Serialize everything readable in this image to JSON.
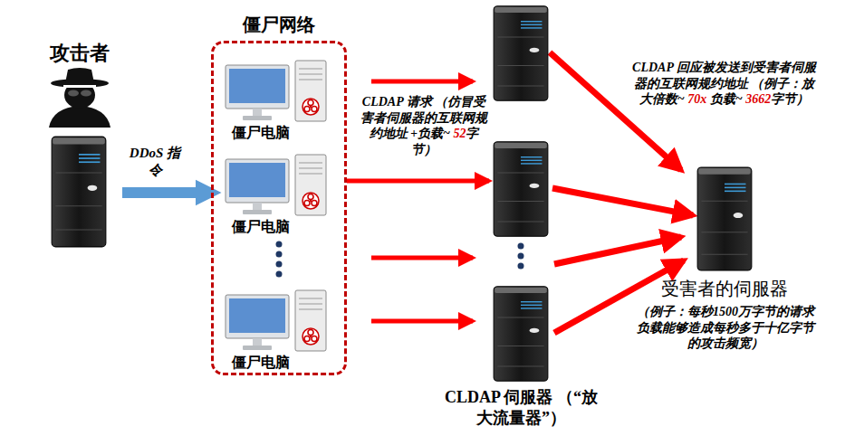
{
  "diagram": {
    "nodes": [
      {
        "text": [
          "攻击者"
        ]
      },
      {
        "text": [
          "僵尸网络"
        ]
      },
      {
        "text": [
          "僵尸电脑"
        ],
        "in": 1
      },
      {
        "text": [
          "僵尸电脑"
        ],
        "in": 1
      },
      {
        "text": [
          "僵尸电脑"
        ],
        "in": 1
      },
      {
        "text": [
          "CLDAP 伺服器 （“放大流量器”）"
        ]
      },
      {
        "text": [
          "受害者的伺服器",
          "（例子：每秒1500万字节的请求负载能够造成每秒多于十亿字节的攻击频宽）"
        ]
      }
    ],
    "edges": [
      {
        "from": 0,
        "to": 1,
        "arrow": "to",
        "label": "DDoS 指令"
      },
      {
        "from": 1,
        "to": 5,
        "arrow": "to",
        "label": "CLDAP 请求 （仿冒受害者伺服器的互联网规约地址 +负载~ 52字节）"
      },
      {
        "from": 5,
        "to": 6,
        "arrow": "to",
        "label": "CLDAP 回应被发送到受害者伺服器的互联网规约地址 （例子：放大倍数~ 70x 负载~ 3662字节）"
      }
    ]
  }
}
